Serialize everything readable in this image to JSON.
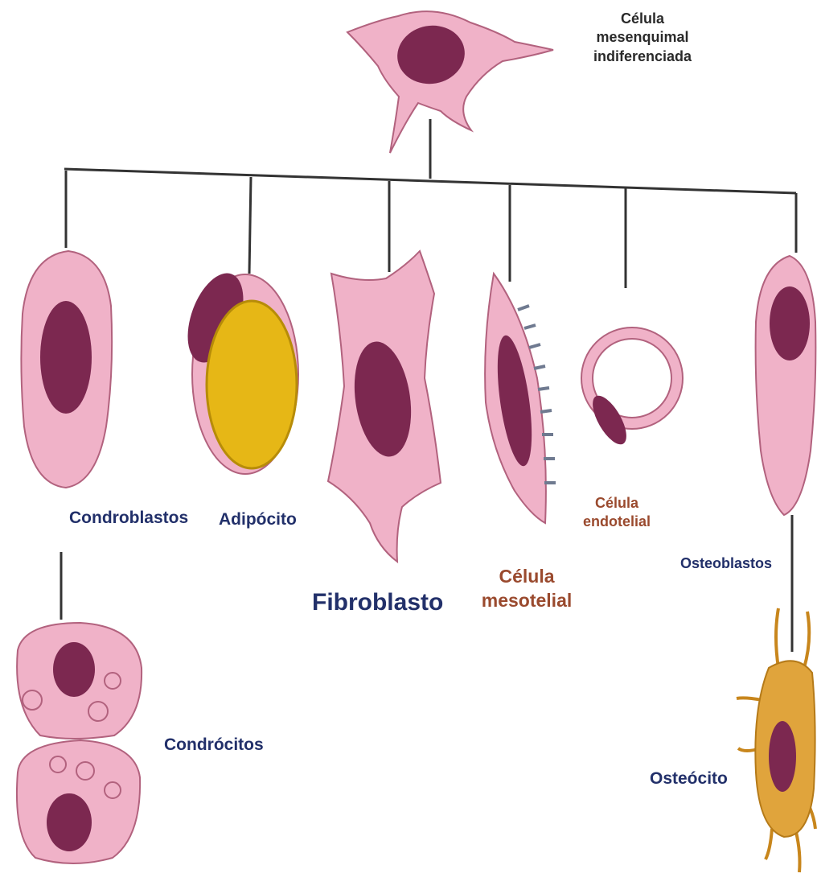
{
  "labels": {
    "mesenchymal": "Célula mesenquimal indiferenciada",
    "chondroblasts": "Condroblastos",
    "adipocyte": "Adipócito",
    "fibroblast": "Fibroblasto",
    "mesothelial": "Célula mesotelial",
    "endothelial": "Célula endotelial",
    "osteoblasts": "Osteoblastos",
    "chondrocytes": "Condrócitos",
    "osteocyte": "Osteócito"
  },
  "colors": {
    "cell_pink": "#f0b2c8",
    "cell_outline": "#b2627e",
    "nucleus": "#7c2850",
    "fat_yellow": "#e6b716",
    "osteocyte_orange": "#e0a43c",
    "line": "#333333",
    "label_dark": "#22306a",
    "label_brown": "#9a4a2e"
  }
}
